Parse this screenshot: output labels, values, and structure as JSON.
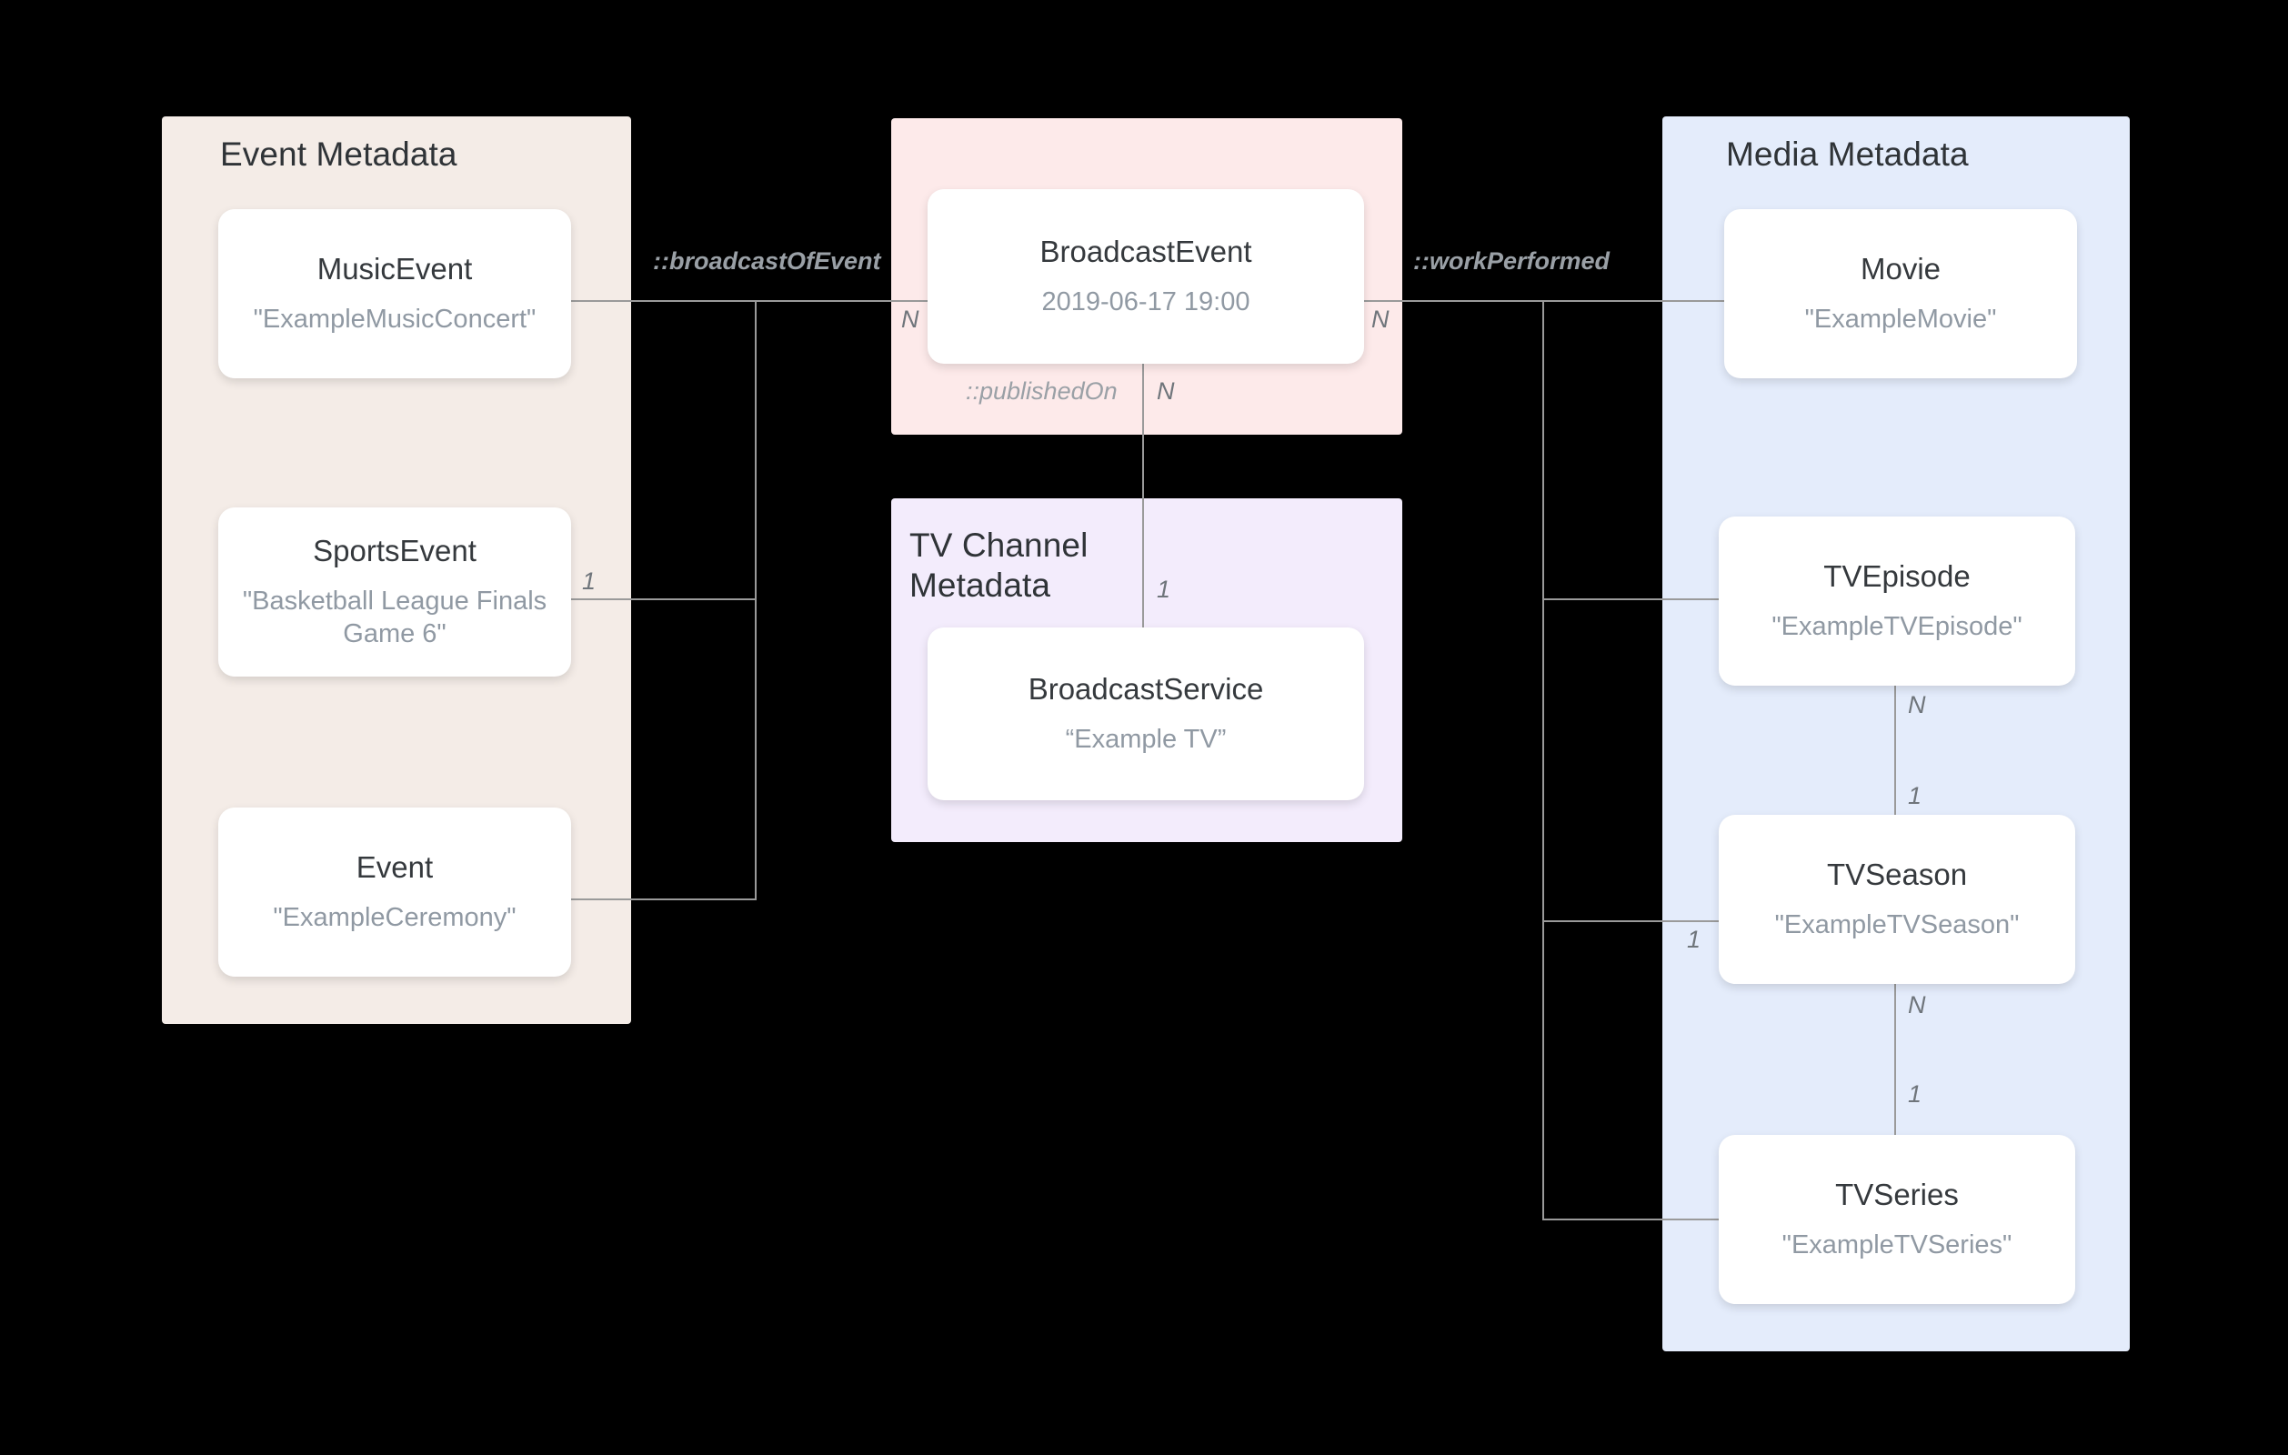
{
  "groups": [
    {
      "id": "event-metadata",
      "title": "Event Metadata",
      "color": "#f4ece7"
    },
    {
      "id": "broadcast-event",
      "title": "",
      "color": "#fdeaea"
    },
    {
      "id": "tv-channel",
      "title": "TV Channel\nMetadata",
      "color": "#f3ecfc"
    },
    {
      "id": "media-metadata",
      "title": "Media Metadata",
      "color": "#e4ecfb"
    }
  ],
  "nodes": [
    {
      "id": "music-event",
      "type": "MusicEvent",
      "value": "\"ExampleMusicConcert\""
    },
    {
      "id": "sports-event",
      "type": "SportsEvent",
      "value": "\"Basketball League Finals Game 6\""
    },
    {
      "id": "event",
      "type": "Event",
      "value": "\"ExampleCeremony\""
    },
    {
      "id": "broadcast-event",
      "type": "BroadcastEvent",
      "value": "2019-06-17 19:00"
    },
    {
      "id": "broadcast-service",
      "type": "BroadcastService",
      "value": "“Example TV”"
    },
    {
      "id": "movie",
      "type": "Movie",
      "value": "\"ExampleMovie\""
    },
    {
      "id": "tv-episode",
      "type": "TVEpisode",
      "value": "\"ExampleTVEpisode\""
    },
    {
      "id": "tv-season",
      "type": "TVSeason",
      "value": "\"ExampleTVSeason\""
    },
    {
      "id": "tv-series",
      "type": "TVSeries",
      "value": "\"ExampleTVSeries\""
    }
  ],
  "relations": [
    {
      "id": "broadcast-of-event",
      "label": "::broadcastOfEvent"
    },
    {
      "id": "work-performed",
      "label": "::workPerformed"
    },
    {
      "id": "published-on",
      "label": "::publishedOn"
    }
  ],
  "cardinalities": {
    "sports_event_side": "1",
    "broadcast_event_left": "N",
    "broadcast_event_right": "N",
    "broadcast_event_bottom": "N",
    "broadcast_service_top": "1",
    "tv_episode_bottom": "N",
    "tv_season_top": "1",
    "tv_season_left": "1",
    "tv_season_bottom": "N",
    "tv_series_top": "1"
  }
}
